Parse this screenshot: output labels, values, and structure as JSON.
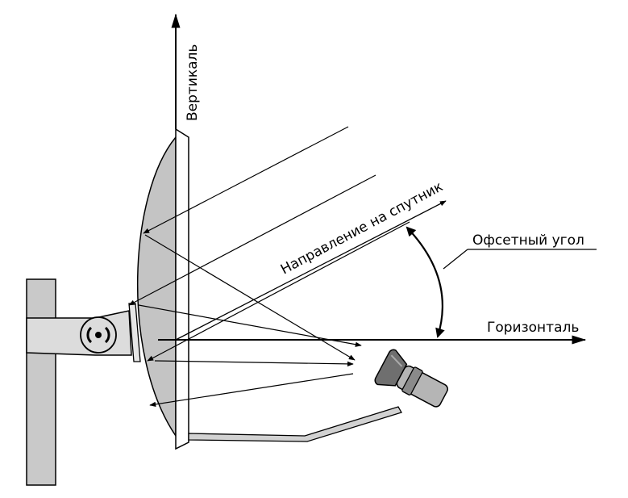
{
  "labels": {
    "vertical": "Вертикаль",
    "horizontal": "Горизонталь",
    "satellite_direction": "Направление на спутник",
    "offset_angle": "Офсетный угол"
  },
  "colors": {
    "stroke": "#000000",
    "dish_fill": "#c4c4c4",
    "mast_fill": "#c9c9c9",
    "bracket_fill": "#dcdcdc",
    "arm_fill": "#d2d2d2",
    "converter_dark": "#6f6f6f",
    "converter_light": "#b5b5b5"
  }
}
